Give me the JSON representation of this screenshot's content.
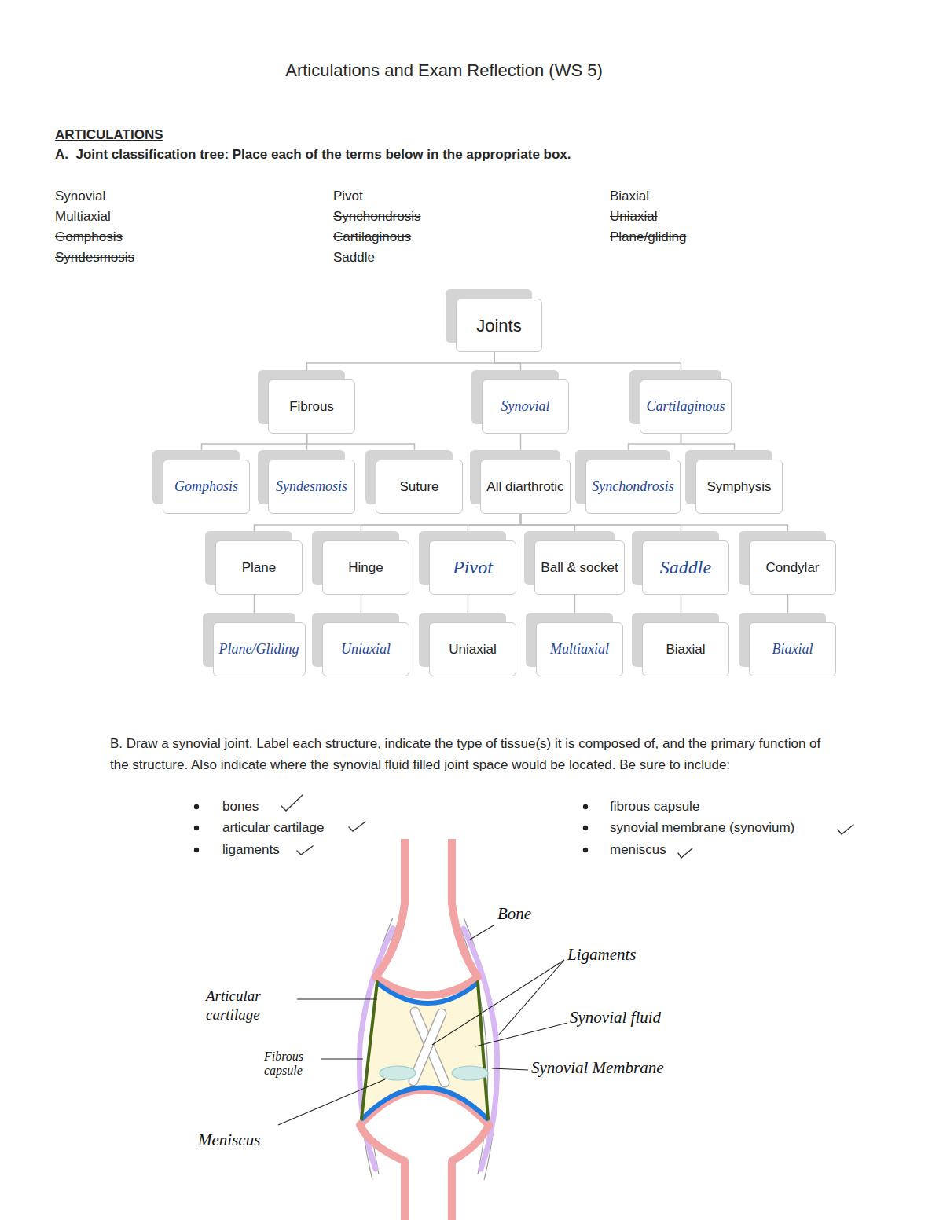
{
  "diagram": {
    "title": "Articulations and Exam Reflection (WS 5)",
    "nodes": [
      {
        "text": [
          "Joints"
        ]
      },
      {
        "text": [
          "Fibrous"
        ]
      },
      {
        "text": [
          "Synovial"
        ]
      },
      {
        "text": [
          "Cartilaginous"
        ]
      },
      {
        "text": [
          "Gomphosis"
        ]
      },
      {
        "text": [
          "Syndesmosis"
        ]
      },
      {
        "text": [
          "Suture"
        ]
      },
      {
        "text": [
          "All diarthrotic"
        ]
      },
      {
        "text": [
          "Synchondrosis"
        ]
      },
      {
        "text": [
          "Symphysis"
        ]
      },
      {
        "text": [
          "Plane"
        ]
      },
      {
        "text": [
          "Hinge"
        ]
      },
      {
        "text": [
          "Pivot"
        ]
      },
      {
        "text": [
          "Ball & socket"
        ]
      },
      {
        "text": [
          "Saddle"
        ]
      },
      {
        "text": [
          "Condylar"
        ]
      },
      {
        "text": [
          "Plane/Gliding"
        ]
      },
      {
        "text": [
          "Uniaxial"
        ]
      },
      {
        "text": [
          "Uniaxial"
        ]
      },
      {
        "text": [
          "Multiaxial"
        ]
      },
      {
        "text": [
          "Biaxial"
        ]
      },
      {
        "text": [
          "Biaxial"
        ]
      }
    ],
    "edges": [
      {
        "from": 0,
        "to": 1,
        "arrow": "none"
      },
      {
        "from": 0,
        "to": 2,
        "arrow": "none"
      },
      {
        "from": 0,
        "to": 3,
        "arrow": "none"
      },
      {
        "from": 1,
        "to": 4,
        "arrow": "none"
      },
      {
        "from": 1,
        "to": 5,
        "arrow": "none"
      },
      {
        "from": 1,
        "to": 6,
        "arrow": "none"
      },
      {
        "from": 2,
        "to": 7,
        "arrow": "none"
      },
      {
        "from": 3,
        "to": 8,
        "arrow": "none"
      },
      {
        "from": 3,
        "to": 9,
        "arrow": "none"
      },
      {
        "from": 7,
        "to": 10,
        "arrow": "none"
      },
      {
        "from": 7,
        "to": 11,
        "arrow": "none"
      },
      {
        "from": 7,
        "to": 12,
        "arrow": "none"
      },
      {
        "from": 7,
        "to": 13,
        "arrow": "none"
      },
      {
        "from": 7,
        "to": 14,
        "arrow": "none"
      },
      {
        "from": 7,
        "to": 15,
        "arrow": "none"
      },
      {
        "from": 10,
        "to": 16,
        "arrow": "none"
      },
      {
        "from": 11,
        "to": 17,
        "arrow": "none"
      },
      {
        "from": 12,
        "to": 18,
        "arrow": "none"
      },
      {
        "from": 13,
        "to": 19,
        "arrow": "none"
      },
      {
        "from": 14,
        "to": 20,
        "arrow": "none"
      },
      {
        "from": 15,
        "to": 21,
        "arrow": "none"
      }
    ],
    "labels": [
      "ARTICULATIONS",
      "A.  Joint classification tree: Place each of the terms below in the appropriate box.",
      "Synovial",
      "Pivot",
      "Biaxial",
      "Multiaxial",
      "Synchondrosis",
      "Uniaxial",
      "Gomphosis",
      "Cartilaginous",
      "Plane/gliding",
      "Syndesmosis",
      "Saddle",
      "B.  Draw a synovial joint. Label each structure, indicate the type of tissue(s) it is composed of, and the primary function of the structure. Also indicate where the synovial fluid filled joint space would be located. Be sure to include:",
      "bones",
      "articular cartilage",
      "ligaments",
      "fibrous capsule",
      "synovial membrane (synovium)",
      "meniscus",
      "Bone",
      "Ligaments",
      "Articular cartilage",
      "Synovial fluid",
      "Fibrous capsule",
      "Synovial Membrane",
      "Meniscus"
    ]
  }
}
